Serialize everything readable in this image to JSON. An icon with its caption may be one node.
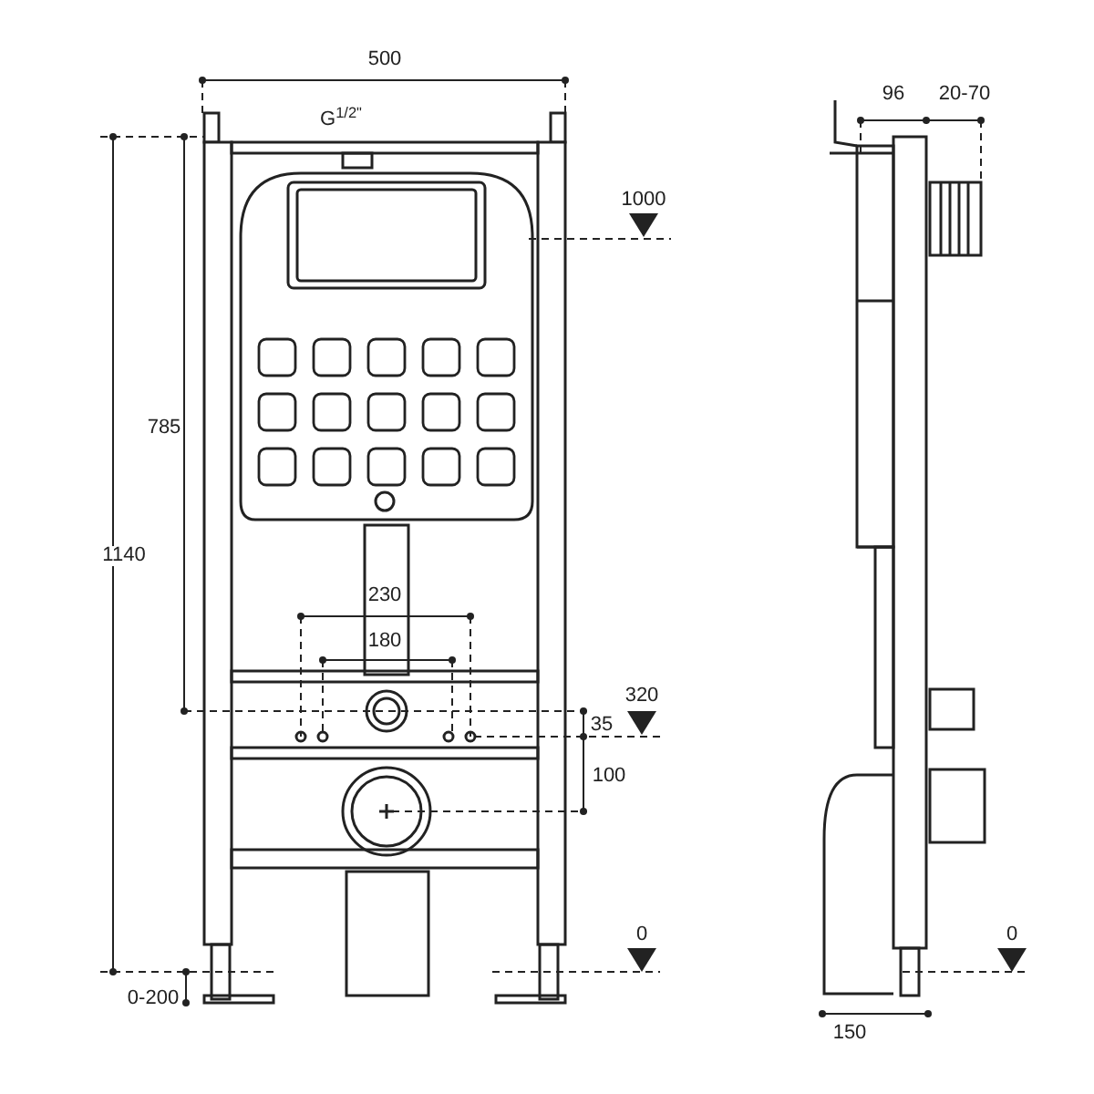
{
  "diagram": {
    "labels": [
      "500",
      "G$^{1/2\"}$",
      "1000",
      "785",
      "1140",
      "230",
      "180",
      "320",
      "35",
      "100",
      "0",
      "0-200",
      "96",
      "20-70",
      "0",
      "150"
    ]
  }
}
